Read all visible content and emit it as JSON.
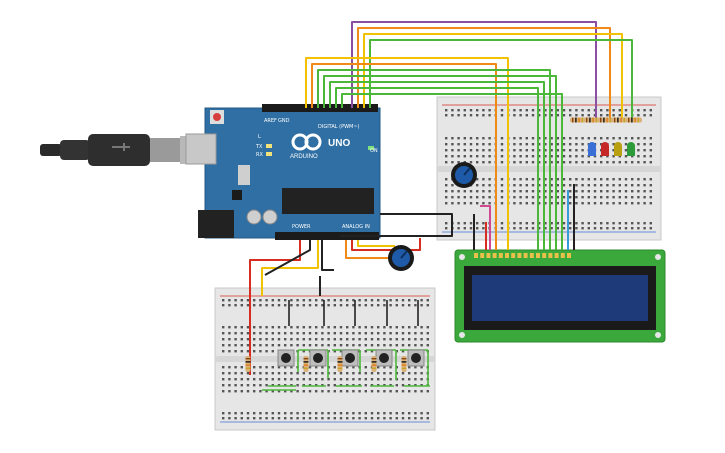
{
  "arduino": {
    "model_label": "UNO",
    "brand_label": "ARDUINO",
    "digital_label": "DIGITAL (PWM~)",
    "power_label": "POWER",
    "analog_label": "ANALOG IN",
    "on_label": "ON",
    "tx_label": "TX",
    "rx_label": "RX",
    "l_label": "L",
    "aref_label": "AREF",
    "gnd_label": "GND"
  },
  "colors": {
    "board": "#2f6fa3",
    "breadboard": "#e6e6e6",
    "lcd_pcb": "#3aa83a",
    "lcd_screen": "#1f3a78",
    "wire_red": "#d62d20",
    "wire_yellow": "#f2c200",
    "wire_orange": "#ef8a17",
    "wire_green": "#4cb83a",
    "wire_purple": "#8a4fa3",
    "wire_black": "#222222",
    "wire_blue": "#3a9bd9",
    "wire_pink": "#d0488f"
  },
  "components": {
    "leds": [
      "blue",
      "red",
      "yellow",
      "green"
    ],
    "buttons": 5,
    "potentiometers": 2,
    "lcd_type": "16x2"
  }
}
